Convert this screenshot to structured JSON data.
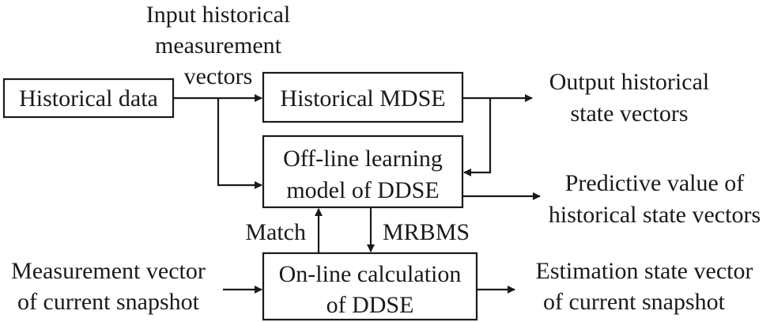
{
  "boxes": {
    "historical_data": "Historical data",
    "historical_mdse": "Historical MDSE",
    "offline_line1": "Off-line learning",
    "offline_line2": "model of DDSE",
    "online_line1": "On-line calculation",
    "online_line2": "of DDSE"
  },
  "labels": {
    "input_line1": "Input historical",
    "input_line2": "measurement",
    "input_line3": "vectors",
    "output_line1": "Output historical",
    "output_line2": "state vectors",
    "predictive_line1": "Predictive value of",
    "predictive_line2": "historical state vectors",
    "match": "Match",
    "mrbms": "MRBMS",
    "measurement_line1": "Measurement vector",
    "measurement_line2": "of current snapshot",
    "estimation_line1": "Estimation state vector",
    "estimation_line2": "of current snapshot"
  },
  "colors": {
    "ink": "#1a1a1a",
    "background": "#ffffff"
  }
}
